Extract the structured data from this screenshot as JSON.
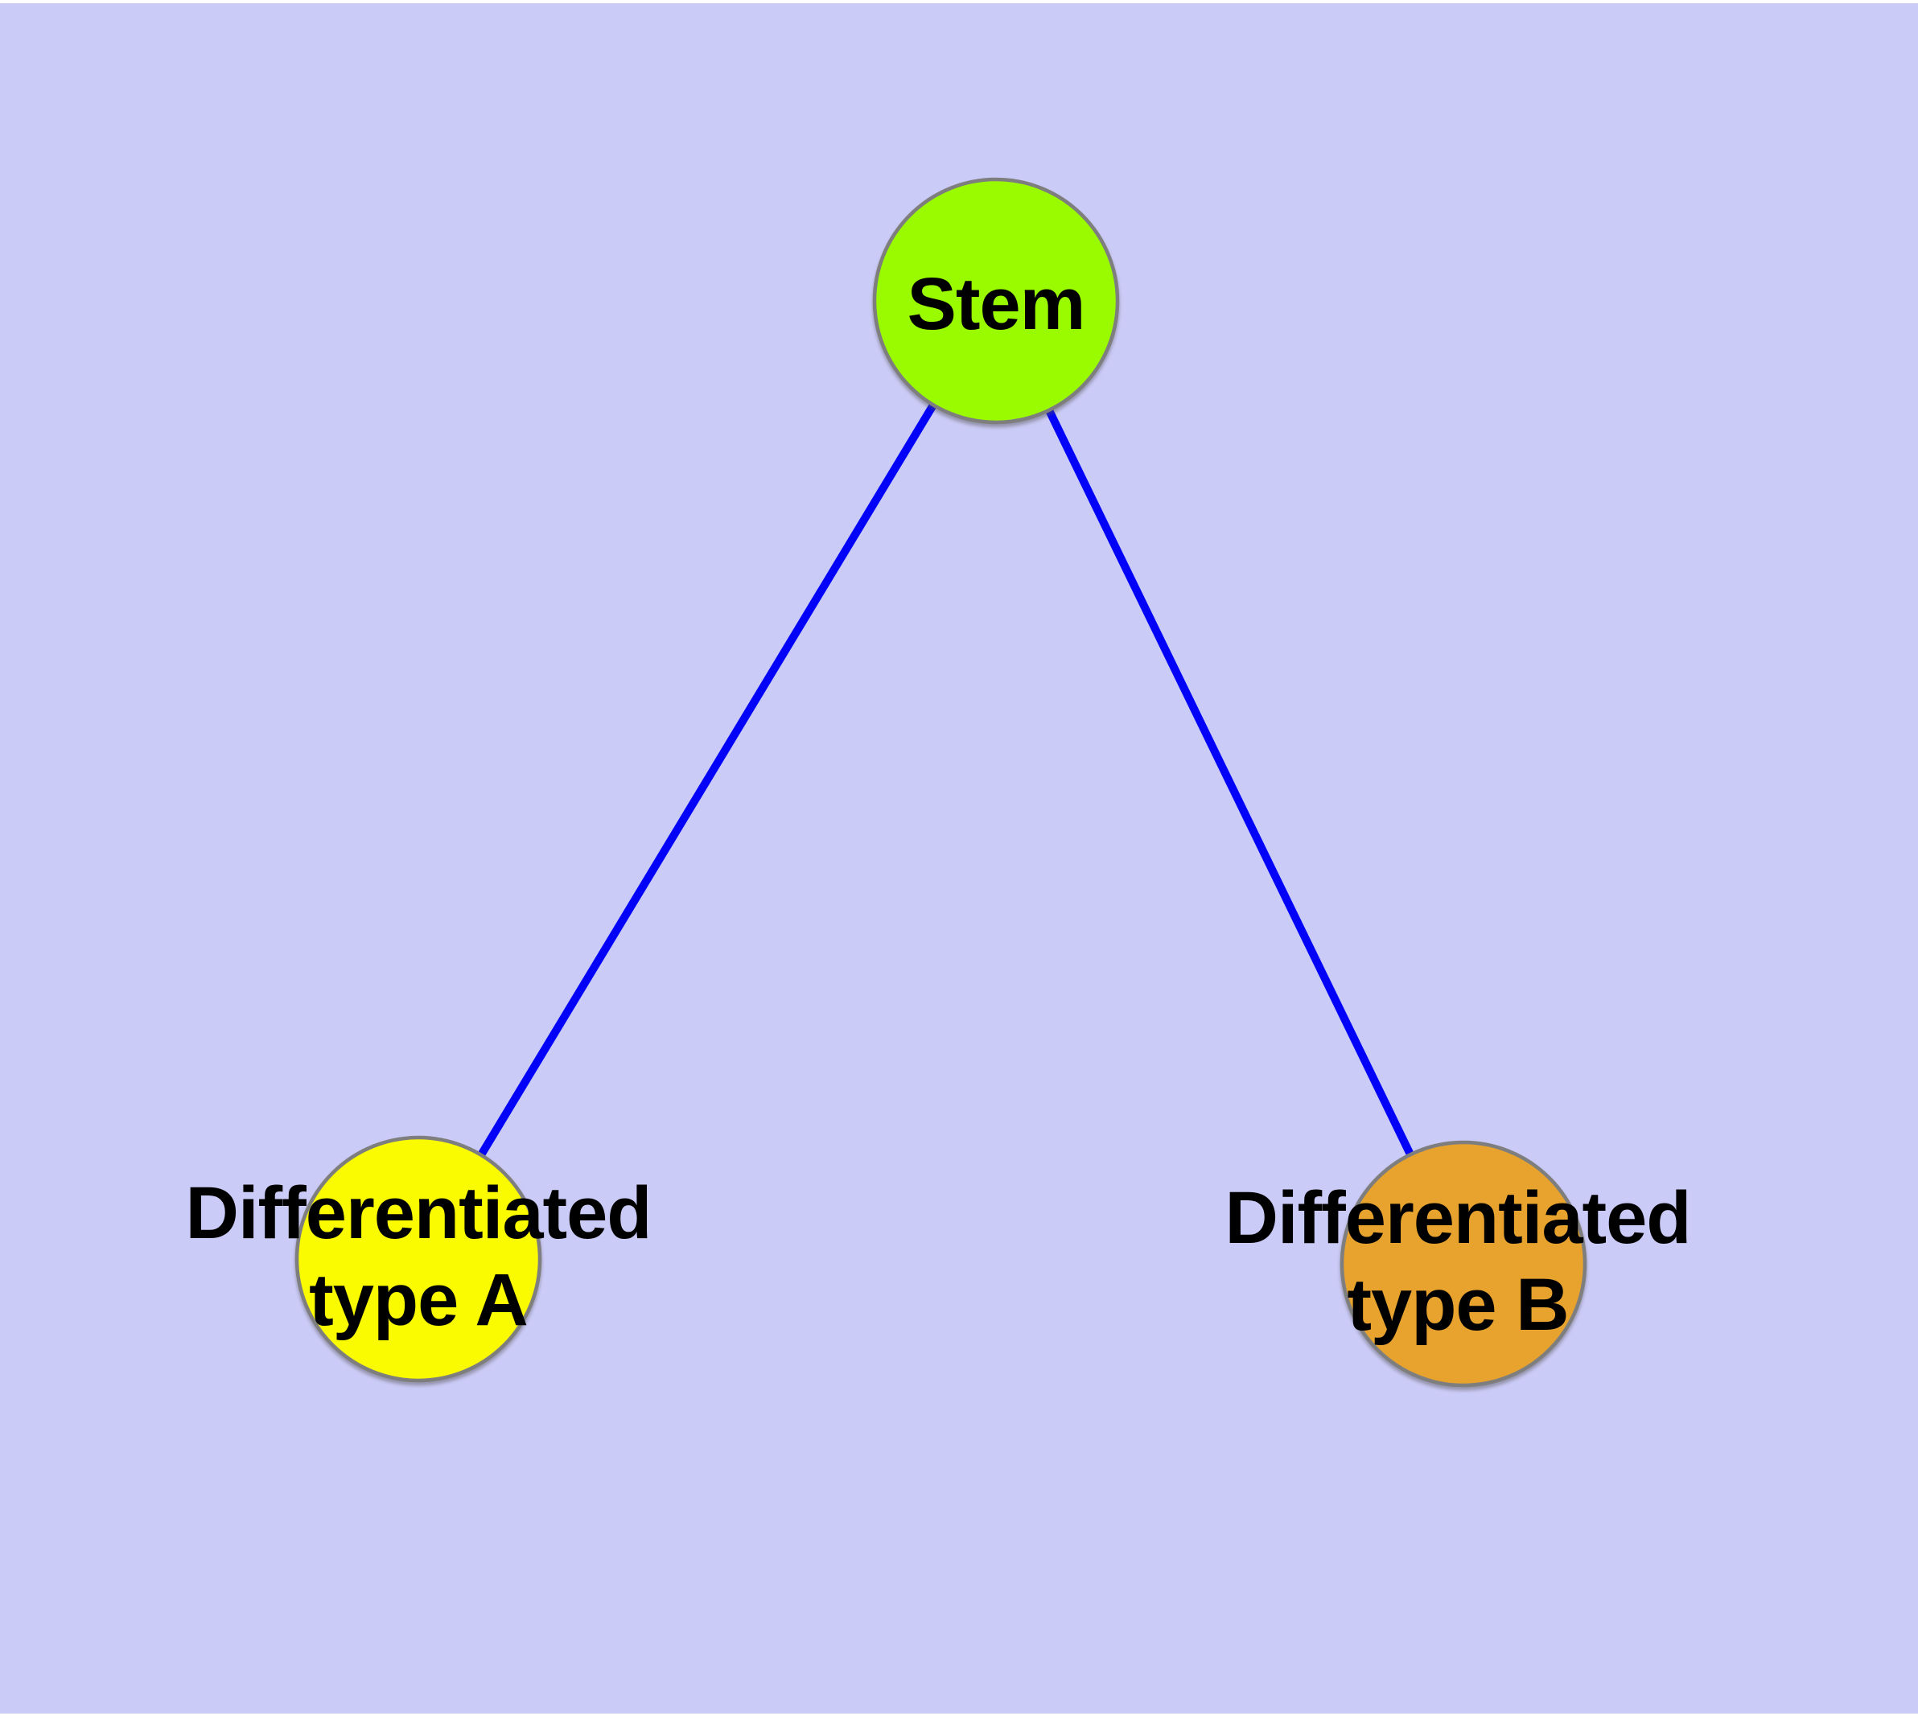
{
  "diagram": {
    "background_color": "#CBCBF7",
    "frame_color": "#FFFFFF",
    "edge_color": "#0202F8",
    "node_border_color": "#7E7E7E",
    "label_color": "#000000",
    "nodes": [
      {
        "id": "stem",
        "label_lines": [
          "Stem",
          ""
        ],
        "color": "#9AFB00"
      },
      {
        "id": "type-a",
        "label_lines": [
          "Differentiated",
          "type A"
        ],
        "color": "#FAFA00"
      },
      {
        "id": "type-b",
        "label_lines": [
          "Differentiated",
          "type B"
        ],
        "color": "#E7A32E"
      }
    ],
    "edges": [
      {
        "id": "stem-to-type-a",
        "from": "stem",
        "to": "type-a"
      },
      {
        "id": "stem-to-type-b",
        "from": "stem",
        "to": "type-b"
      }
    ]
  }
}
